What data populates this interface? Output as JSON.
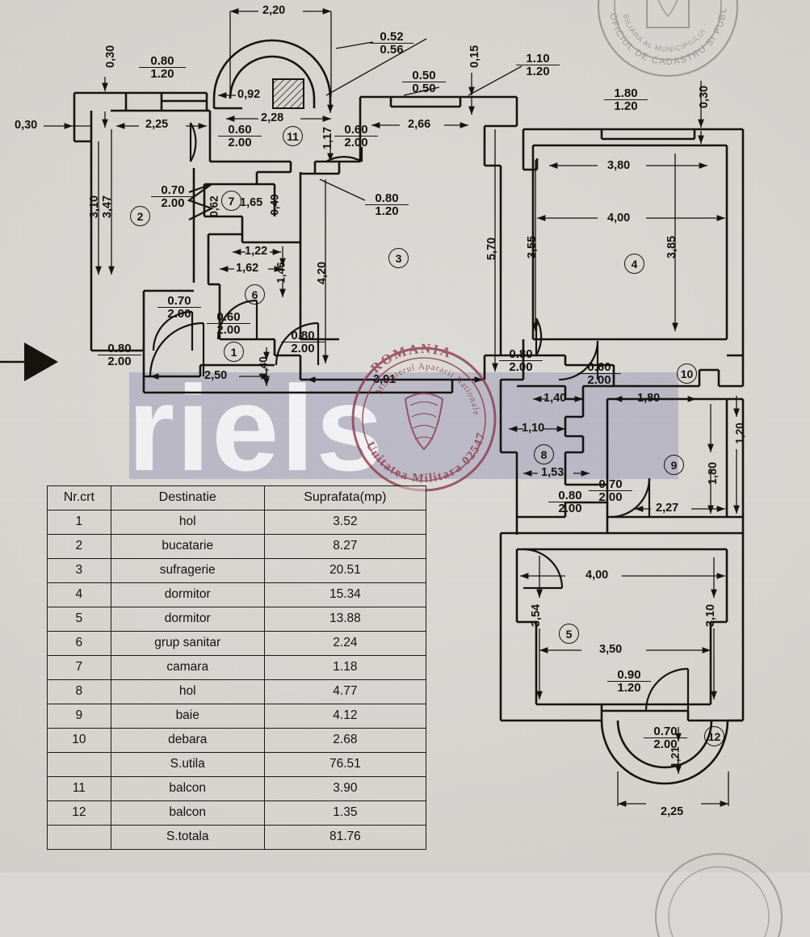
{
  "document": {
    "type": "floor-plan",
    "watermark_text": "riels",
    "entrance_marker": "entrance-arrow"
  },
  "stamps": {
    "cadastre": {
      "name": "cadastre-stamp",
      "text": "OFICIUL DE CADASTRU SI PUBLICITATE IMOBILIARA AL MUNICIPIULUI"
    },
    "military": {
      "name": "military-unit-stamp",
      "line1": "ROMANIA",
      "line2": "Ministerul Apararii Nationale",
      "line3": "Unitatea Militara 02547"
    }
  },
  "table": {
    "headers": [
      "Nr.crt",
      "Destinatie",
      "Suprafata(mp)"
    ],
    "rows": [
      {
        "nr": "1",
        "dest": "hol",
        "area": "3.52"
      },
      {
        "nr": "2",
        "dest": "bucatarie",
        "area": "8.27"
      },
      {
        "nr": "3",
        "dest": "sufragerie",
        "area": "20.51"
      },
      {
        "nr": "4",
        "dest": "dormitor",
        "area": "15.34"
      },
      {
        "nr": "5",
        "dest": "dormitor",
        "area": "13.88"
      },
      {
        "nr": "6",
        "dest": "grup sanitar",
        "area": "2.24"
      },
      {
        "nr": "7",
        "dest": "camara",
        "area": "1.18"
      },
      {
        "nr": "8",
        "dest": "hol",
        "area": "4.77"
      },
      {
        "nr": "9",
        "dest": "baie",
        "area": "4.12"
      },
      {
        "nr": "10",
        "dest": "debara",
        "area": "2.68"
      },
      {
        "nr": "",
        "dest": "S.utila",
        "area": "76.51"
      },
      {
        "nr": "11",
        "dest": "balcon",
        "area": "3.90"
      },
      {
        "nr": "12",
        "dest": "balcon",
        "area": "1.35"
      },
      {
        "nr": "",
        "dest": "S.totala",
        "area": "81.76"
      }
    ]
  },
  "room_markers": [
    {
      "id": "1",
      "label": "1"
    },
    {
      "id": "2",
      "label": "2"
    },
    {
      "id": "3",
      "label": "3"
    },
    {
      "id": "4",
      "label": "4"
    },
    {
      "id": "5",
      "label": "5"
    },
    {
      "id": "6",
      "label": "6"
    },
    {
      "id": "7",
      "label": "7"
    },
    {
      "id": "8",
      "label": "8"
    },
    {
      "id": "9",
      "label": "9"
    },
    {
      "id": "10",
      "label": "10"
    },
    {
      "id": "11",
      "label": "11"
    },
    {
      "id": "12",
      "label": "12"
    }
  ],
  "linear_dimensions": [
    {
      "id": "d_2_20_top",
      "value": "2,20"
    },
    {
      "id": "d_0_30_topleft",
      "value": "0,30"
    },
    {
      "id": "d_0_30_left",
      "value": "0,30"
    },
    {
      "id": "d_2_25",
      "value": "2,25"
    },
    {
      "id": "d_0_92",
      "value": "0,92"
    },
    {
      "id": "d_2_28",
      "value": "2,28"
    },
    {
      "id": "d_1_17",
      "value": "1,17"
    },
    {
      "id": "d_0_15",
      "value": "0,15"
    },
    {
      "id": "d_2_66",
      "value": "2,66"
    },
    {
      "id": "d_0_30_right",
      "value": "0,30"
    },
    {
      "id": "d_3_10_left",
      "value": "3,10"
    },
    {
      "id": "d_3_47",
      "value": "3,47"
    },
    {
      "id": "d_0_62",
      "value": "0,62"
    },
    {
      "id": "d_1_65",
      "value": "1,65"
    },
    {
      "id": "d_0_49",
      "value": "0,49"
    },
    {
      "id": "d_1_22",
      "value": "1,22"
    },
    {
      "id": "d_1_62",
      "value": "1,62"
    },
    {
      "id": "d_1_46",
      "value": "1,46"
    },
    {
      "id": "d_4_20",
      "value": "4,20"
    },
    {
      "id": "d_5_70",
      "value": "5,70"
    },
    {
      "id": "d_3_55",
      "value": "3,55"
    },
    {
      "id": "d_3_80",
      "value": "3,80"
    },
    {
      "id": "d_4_00_top",
      "value": "4,00"
    },
    {
      "id": "d_3_85",
      "value": "3,85"
    },
    {
      "id": "d_1_40_left",
      "value": "1,40"
    },
    {
      "id": "d_2_50",
      "value": "2,50"
    },
    {
      "id": "d_3_91",
      "value": "3,91"
    },
    {
      "id": "d_1_40_right",
      "value": "1,40"
    },
    {
      "id": "d_1_80_mid",
      "value": "1,80"
    },
    {
      "id": "d_1_10",
      "value": "1,10"
    },
    {
      "id": "d_1_53",
      "value": "1,53"
    },
    {
      "id": "d_2_27",
      "value": "2,27"
    },
    {
      "id": "d_1_20_right",
      "value": "1,20"
    },
    {
      "id": "d_1_80_right",
      "value": "1,80"
    },
    {
      "id": "d_4_00_bot",
      "value": "4,00"
    },
    {
      "id": "d_3_54",
      "value": "3,54"
    },
    {
      "id": "d_3_10_right",
      "value": "3,10"
    },
    {
      "id": "d_3_50",
      "value": "3,50"
    },
    {
      "id": "d_1_21",
      "value": "1,21"
    },
    {
      "id": "d_2_25_bot",
      "value": "2,25"
    }
  ],
  "openings": [
    {
      "id": "o_080_120_topleft",
      "w": "0.80",
      "h": "1.20"
    },
    {
      "id": "o_052_056",
      "w": "0.52",
      "h": "0.56"
    },
    {
      "id": "o_050_050",
      "w": "0.50",
      "h": "0.50"
    },
    {
      "id": "o_110_120",
      "w": "1.10",
      "h": "1.20"
    },
    {
      "id": "o_180_120",
      "w": "1.80",
      "h": "1.20"
    },
    {
      "id": "o_060_200_left",
      "w": "0.60",
      "h": "2.00"
    },
    {
      "id": "o_060_200_right",
      "w": "0.60",
      "h": "2.00"
    },
    {
      "id": "o_080_120_mid",
      "w": "0.80",
      "h": "1.20"
    },
    {
      "id": "o_070_200_top",
      "w": "0.70",
      "h": "2.00"
    },
    {
      "id": "o_070_200_left",
      "w": "0.70",
      "h": "2.00"
    },
    {
      "id": "o_060_200_hall",
      "w": "0.60",
      "h": "2.00"
    },
    {
      "id": "o_080_200_hall",
      "w": "0.80",
      "h": "2.00"
    },
    {
      "id": "o_080_200_entry",
      "w": "0.80",
      "h": "2.00"
    },
    {
      "id": "o_080_200_r4",
      "w": "0.80",
      "h": "2.00"
    },
    {
      "id": "o_060_200_r10",
      "w": "0.60",
      "h": "2.00"
    },
    {
      "id": "o_080_200_r8",
      "w": "0.80",
      "h": "2.00"
    },
    {
      "id": "o_070_200_r9",
      "w": "0.70",
      "h": "2.00"
    },
    {
      "id": "o_090_120",
      "w": "0.90",
      "h": "1.20"
    },
    {
      "id": "o_070_200_r12",
      "w": "0.70",
      "h": "2.00"
    }
  ],
  "colors": {
    "ink": "#15140f",
    "paper": "#d9d7d3",
    "watermark": "#7e7caa",
    "stamp_red": "#8d3a4a",
    "stamp_grey": "#6f6d66"
  }
}
